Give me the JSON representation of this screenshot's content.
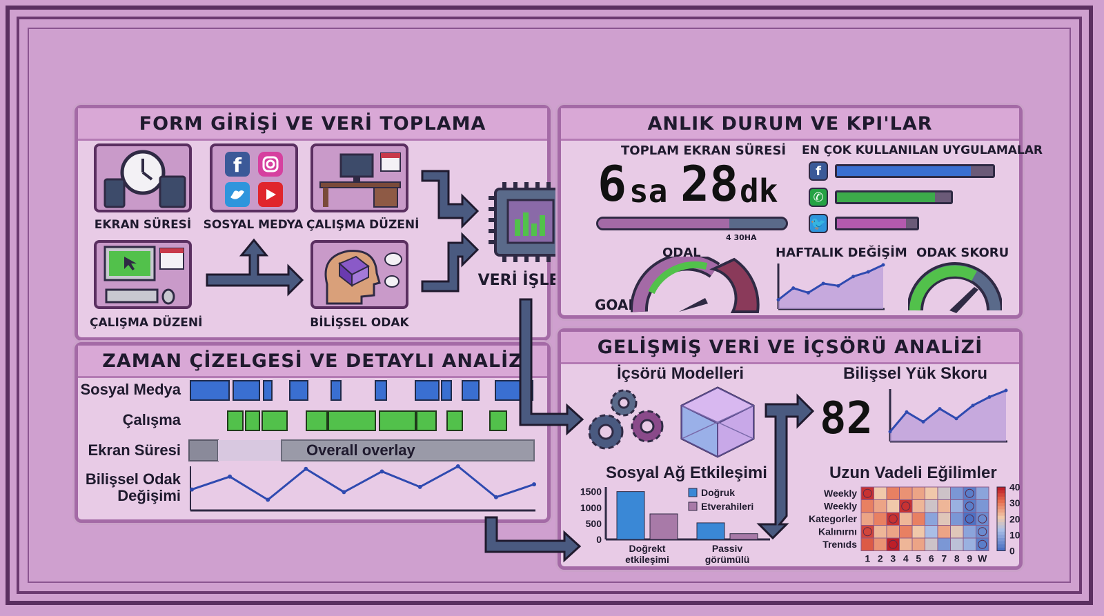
{
  "panels": {
    "form": {
      "title": "FORM GİRİŞİ VE VERİ TOPLAMA",
      "tiles": {
        "screen_time": "EKRAN SÜRESİ",
        "social_media": "SOSYAL MEDYA",
        "work_pattern_top": "ÇALIŞMA DÜZENİ",
        "work_pattern_bottom": "ÇALIŞMA DÜZENİ",
        "cognitive_focus": "BİLİŞSEL ODAK"
      },
      "processing_label": "VERİ İŞLEME"
    },
    "kpi": {
      "title": "ANLIK DURUM VE KPI'LAR",
      "total_label": "TOPLAM EKRAN SÜRESİ",
      "hours": "6",
      "hours_unit": "sa",
      "minutes": "28",
      "minutes_unit": "dk",
      "progress_caption": "4 30HA",
      "progress": 0.7,
      "apps_label": "EN ÇOK KULLANILAN UYGULAMALAR",
      "apps": [
        {
          "icon": "facebook-icon",
          "glyph": "f",
          "color": "#3a6fd1",
          "icon_bg": "#3b5998",
          "level": 0.95
        },
        {
          "icon": "whatsapp-icon",
          "glyph": "✆",
          "color": "#3caa4a",
          "icon_bg": "#25a244",
          "level": 0.7
        },
        {
          "icon": "twitter-icon",
          "glyph": "🐦",
          "color": "#b35aae",
          "icon_bg": "#2f95dc",
          "level": 0.5
        }
      ],
      "gauges": {
        "focus": "ODAL",
        "goal": "GOAL",
        "weekly": "HAFTALIK DEĞİŞİM",
        "score": "ODAK SKORU"
      }
    },
    "timeline": {
      "title": "ZAMAN ÇİZELGESİ VE DETAYLI ANALİZ",
      "rows": {
        "social": "Sosyal Medya",
        "work": "Çalışma",
        "screen": "Ekran Süresi",
        "cognitive_line1": "Bilişsel Odak",
        "cognitive_line2": "Değişimi"
      },
      "overlay_label": "Overall overlay"
    },
    "advanced": {
      "title": "GELİŞMİŞ VERİ VE İÇSÖRÜ ANALİZİ",
      "models_label": "İçsörü Modelleri",
      "load_label": "Bilişsel Yük Skoru",
      "load_score": "82",
      "social_label": "Sosyal Ağ Etkileşimi",
      "trends_label": "Uzun Vadeli Eğilimler"
    }
  },
  "colors": {
    "accent_blue": "#3a6fd1",
    "accent_green": "#52c14b",
    "accent_purple": "#9a5fa8",
    "frame": "#5a2f60"
  },
  "chart_data": [
    {
      "type": "bar",
      "title": "Sosyal Ağ Etkileşimi",
      "categories": [
        "Doğrekt etkileşimi",
        "Passiv görümülü"
      ],
      "category_lines": [
        [
          "Doğrekt",
          "etkileşimi"
        ],
        [
          "Passiv",
          "görümülü"
        ]
      ],
      "series": [
        {
          "name": "Doğruk",
          "color": "#3a88d6",
          "values": [
            1500,
            520
          ]
        },
        {
          "name": "Etverahileri",
          "color": "#a87aa8",
          "values": [
            800,
            180
          ]
        }
      ],
      "yticks": [
        "1500",
        "1000",
        "500",
        "0"
      ],
      "ylim": [
        0,
        1600
      ]
    },
    {
      "type": "heatmap",
      "title": "Uzun Vadeli Eğilimler",
      "rows": [
        "Weekly",
        "Weekly",
        "Kategorler",
        "Kalınırnı",
        "Trenıds"
      ],
      "cols": [
        "1",
        "2",
        "3",
        "4",
        "5",
        "6",
        "7",
        "8",
        "9",
        "W"
      ],
      "values": [
        [
          38,
          22,
          30,
          28,
          26,
          22,
          18,
          8,
          4,
          10
        ],
        [
          30,
          26,
          22,
          38,
          24,
          18,
          24,
          12,
          4,
          8
        ],
        [
          26,
          30,
          38,
          24,
          30,
          10,
          20,
          8,
          2,
          6
        ],
        [
          36,
          24,
          26,
          30,
          22,
          14,
          26,
          20,
          10,
          6
        ],
        [
          34,
          28,
          40,
          24,
          26,
          18,
          8,
          16,
          12,
          4
        ]
      ],
      "colorbar_ticks": [
        "40",
        "30",
        "20",
        "10",
        "0"
      ],
      "range": [
        0,
        40
      ]
    },
    {
      "type": "line",
      "title": "HAFTALIK DEĞİŞİM",
      "values": [
        20,
        45,
        35,
        55,
        50,
        70,
        80,
        95
      ]
    },
    {
      "type": "line",
      "title": "Bilişsel Yük Skoru",
      "values": [
        15,
        45,
        30,
        50,
        35,
        55,
        68,
        78
      ]
    },
    {
      "type": "line",
      "title": "Bilişsel Odak Değişimi",
      "values": [
        30,
        55,
        10,
        70,
        25,
        65,
        35,
        75,
        15,
        40
      ]
    }
  ]
}
